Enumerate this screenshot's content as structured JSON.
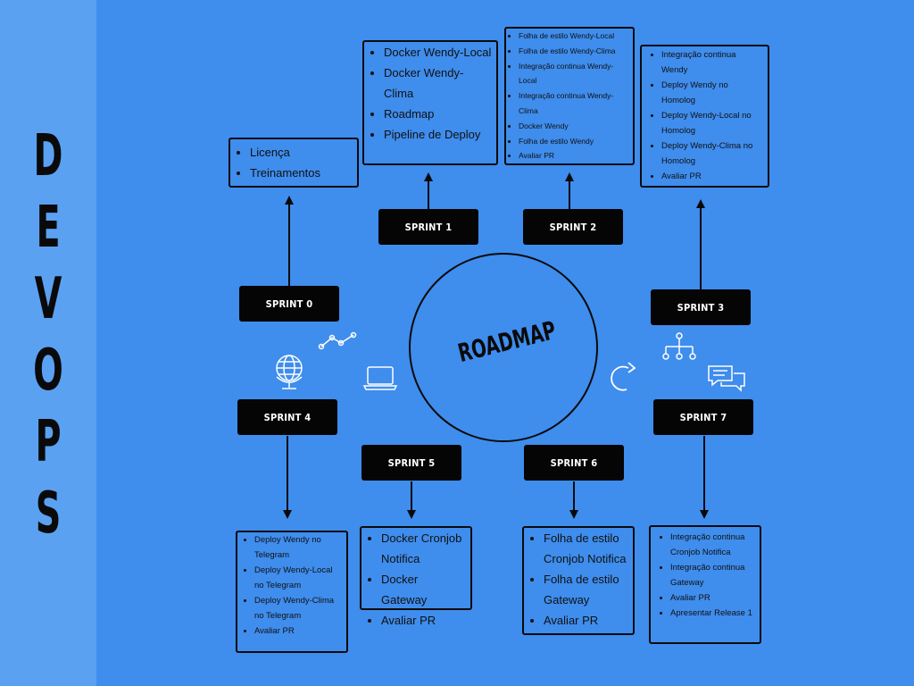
{
  "sidebar": {
    "letters": [
      "D",
      "E",
      "V",
      "O",
      "P",
      "S"
    ]
  },
  "center": {
    "title": "ROADMAP"
  },
  "sprints": [
    {
      "label": "SPRINT 0",
      "items": [
        "Licença",
        "Treinamentos"
      ]
    },
    {
      "label": "SPRINT 1",
      "items": [
        "Docker Wendy-Local",
        "Docker Wendy-Clima",
        "Roadmap",
        "Pipeline de Deploy"
      ]
    },
    {
      "label": "SPRINT 2",
      "items": [
        "Folha de estilo  Wendy-Local",
        "Folha de estilo Wendy-Clima",
        "Integração continua Wendy-Local",
        "Integração continua Wendy-Clima",
        "Docker Wendy",
        "Folha de estilo Wendy",
        "Avaliar PR"
      ]
    },
    {
      "label": "SPRINT 3",
      "items": [
        "Integração continua Wendy",
        "Deploy Wendy no Homolog",
        "Deploy Wendy-Local no Homolog",
        "Deploy Wendy-Clima no Homolog",
        "Avaliar PR"
      ]
    },
    {
      "label": "SPRINT 4",
      "items": [
        "Deploy Wendy no Telegram",
        "Deploy Wendy-Local no Telegram",
        "Deploy Wendy-Clima no Telegram",
        "Avaliar PR"
      ]
    },
    {
      "label": "SPRINT 5",
      "items": [
        "Docker Cronjob Notifica",
        "Docker Gateway",
        "Avaliar PR"
      ]
    },
    {
      "label": "SPRINT 6",
      "items": [
        "Folha de estilo Cronjob Notifica",
        "Folha de estilo Gateway",
        "Avaliar PR"
      ]
    },
    {
      "label": "SPRINT 7",
      "items": [
        "Integração continua Cronjob Notifica",
        "Integração continua Gateway",
        "Avaliar PR",
        "Apresentar Release 1"
      ]
    }
  ],
  "icons": [
    "line-chart-icon",
    "laptop-icon",
    "globe-icon",
    "hierarchy-icon",
    "redo-arrow-icon",
    "chat-bubbles-icon"
  ]
}
